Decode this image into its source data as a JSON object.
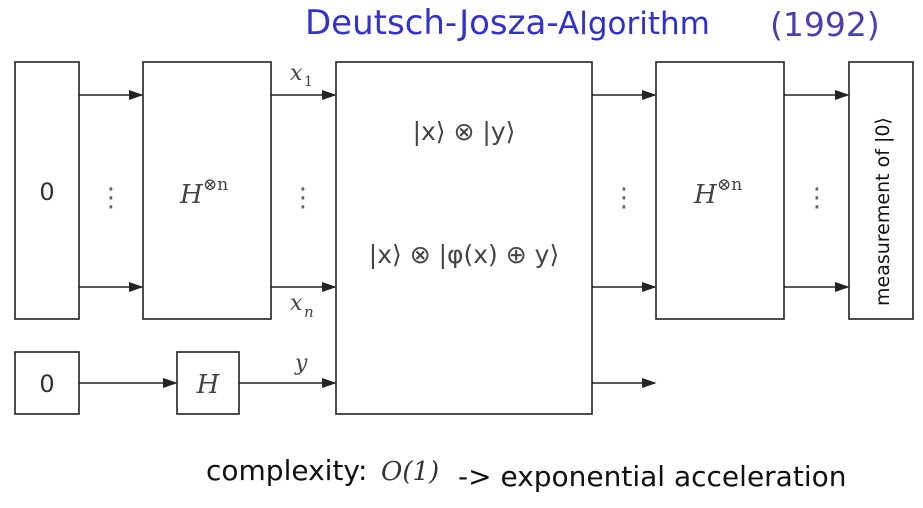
{
  "title": {
    "main_part": "Deutsch-Josza-",
    "algo_part": "Algorithm",
    "year": "(1992)"
  },
  "circuit": {
    "register_input": "0",
    "ancilla_input": "0",
    "hadamard_n": "H",
    "hadamard_n_sup": "⊗n",
    "hadamard_single": "H",
    "wire_x1": "x",
    "wire_x1_sub": "1",
    "wire_xn": "x",
    "wire_xn_sub": "n",
    "wire_y": "y",
    "oracle_input_state": "|x⟩ ⊗ |y⟩",
    "oracle_output_state": "|x⟩ ⊗ |φ(x) ⊕ y⟩",
    "hadamard_n_out": "H",
    "hadamard_n_out_sup": "⊗n",
    "measurement_label": "measurement of |0⟩",
    "vertical_ellipsis": "⋮"
  },
  "footer": {
    "complexity_label": "complexity:",
    "complexity_value": "O(1)",
    "complexity_note": "-> exponential acceleration"
  },
  "colors": {
    "title": "#3333cc",
    "year": "#4a3fb0",
    "lines": "#222222",
    "math_text": "#444444"
  }
}
